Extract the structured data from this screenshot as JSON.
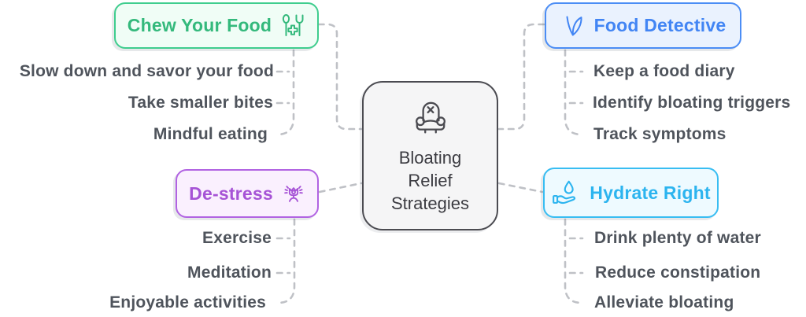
{
  "diagram_title": "Bloating Relief Strategies",
  "palette": {
    "connector": "#bfc1c6",
    "subitem_text": "#4f545c",
    "central_border": "#4b4b51",
    "central_bg": "#f5f5f6",
    "central_text": "#3b3b41"
  },
  "central": {
    "icon": "armchair-icon",
    "title_lines": [
      "Bloating",
      "Relief",
      "Strategies"
    ]
  },
  "branches": [
    {
      "label": "Chew Your Food",
      "icon": "cutlery-plus-icon",
      "colors": {
        "accent": "#3fcd8e",
        "bg": "#f0fdf6",
        "text": "#34b97c"
      },
      "items": [
        "Slow down and savor your food",
        "Take smaller bites",
        "Mindful eating"
      ]
    },
    {
      "label": "Food Detective",
      "icon": "sprout-icon",
      "colors": {
        "accent": "#4b8df5",
        "bg": "#eaf2fe",
        "text": "#4285f4"
      },
      "items": [
        "Keep a food diary",
        "Identify bloating triggers",
        "Track symptoms"
      ]
    },
    {
      "label": "De-stress",
      "icon": "blooming-flower-icon",
      "colors": {
        "accent": "#b163e2",
        "bg": "#faf0fe",
        "text": "#a653d6"
      },
      "items": [
        "Exercise",
        "Meditation",
        "Enjoyable activities"
      ]
    },
    {
      "label": "Hydrate Right",
      "icon": "hand-water-drop-icon",
      "colors": {
        "accent": "#38bdf2",
        "bg": "#eefaff",
        "text": "#2cb4ef"
      },
      "items": [
        "Drink plenty of water",
        "Reduce constipation",
        "Alleviate bloating"
      ]
    }
  ]
}
